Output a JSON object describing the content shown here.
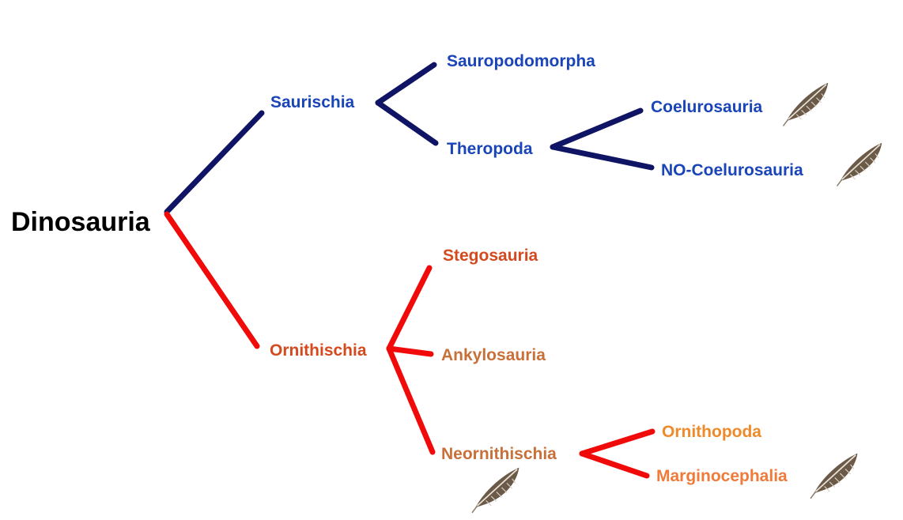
{
  "colors": {
    "saurischia_branch": "#0f1464",
    "ornithischia_branch": "#f00a0a",
    "root_text": "#000000",
    "saurischia_text": "#1a45b8",
    "ornithischia_text": "#d44a1e",
    "ornithischia_sub_text": "#c8703a",
    "neornithischia_sub_text": "#ef8a2a",
    "feather": "#6b5a48"
  },
  "nodes": {
    "root": "Dinosauria",
    "saurischia": "Saurischia",
    "sauropodomorpha": "Sauropodomorpha",
    "theropoda": "Theropoda",
    "coelurosauria": "Coelurosauria",
    "no_coelurosauria": "NO-Coelurosauria",
    "ornithischia": "Ornithischia",
    "stegosauria": "Stegosauria",
    "ankylosauria": "Ankylosauria",
    "neornithischia": "Neornithischia",
    "ornithopoda": "Ornithopoda",
    "marginocephalia": "Marginocephalia"
  },
  "icons": {
    "feather": "feather-icon"
  }
}
